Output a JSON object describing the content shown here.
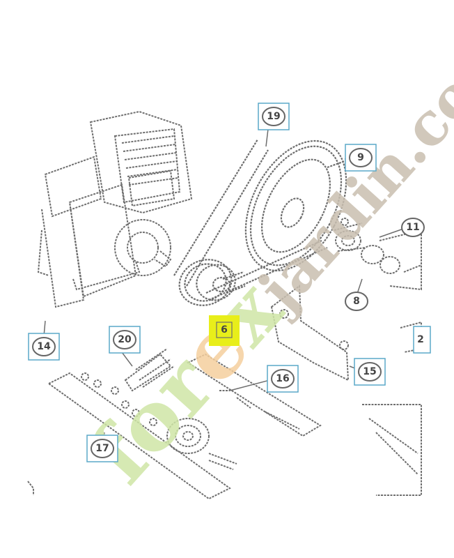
{
  "callouts": {
    "c19": "19",
    "c9a": "9",
    "c11": "11",
    "c8": "8",
    "c6": "6",
    "c14": "14",
    "c20": "20",
    "c16": "16",
    "c15": "15",
    "c2": "2",
    "c17": "17"
  },
  "watermark": {
    "text_green_a": "for",
    "text_orange": "e",
    "text_green_b": "x",
    "text_gray": "jardin.com"
  },
  "colors": {
    "callout_border": "#5aa9c8",
    "highlight": "#e8ee1a",
    "linework": "#6e6e6e",
    "watermark_green": "#cfe6a6",
    "watermark_orange": "#f5cf9e",
    "watermark_gray": "#c9bfb0"
  }
}
